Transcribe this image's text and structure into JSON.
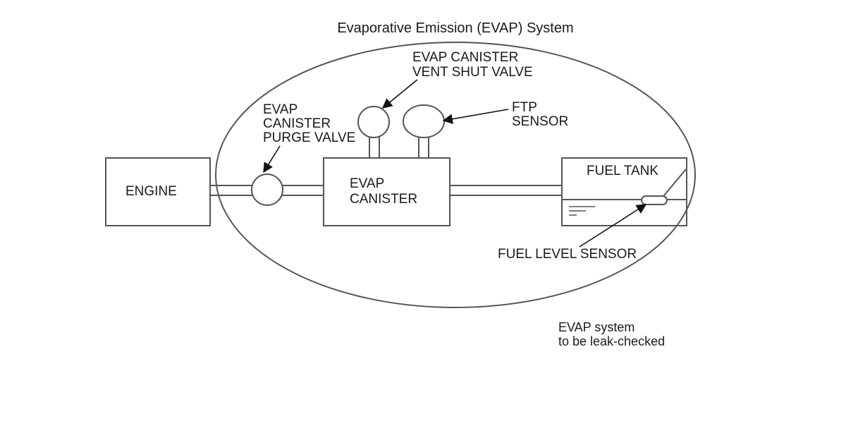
{
  "title": "Evaporative Emission (EVAP) System",
  "components": {
    "engine": "ENGINE",
    "purge_valve": [
      "EVAP",
      "CANISTER",
      "PURGE VALVE"
    ],
    "vent_valve": [
      "EVAP CANISTER",
      "VENT SHUT VALVE"
    ],
    "ftp_sensor": [
      "FTP",
      "SENSOR"
    ],
    "canister": [
      "EVAP",
      "CANISTER"
    ],
    "fuel_tank": "FUEL TANK",
    "fuel_level_sensor": "FUEL LEVEL SENSOR"
  },
  "note": [
    "EVAP system",
    "to be leak-checked"
  ]
}
